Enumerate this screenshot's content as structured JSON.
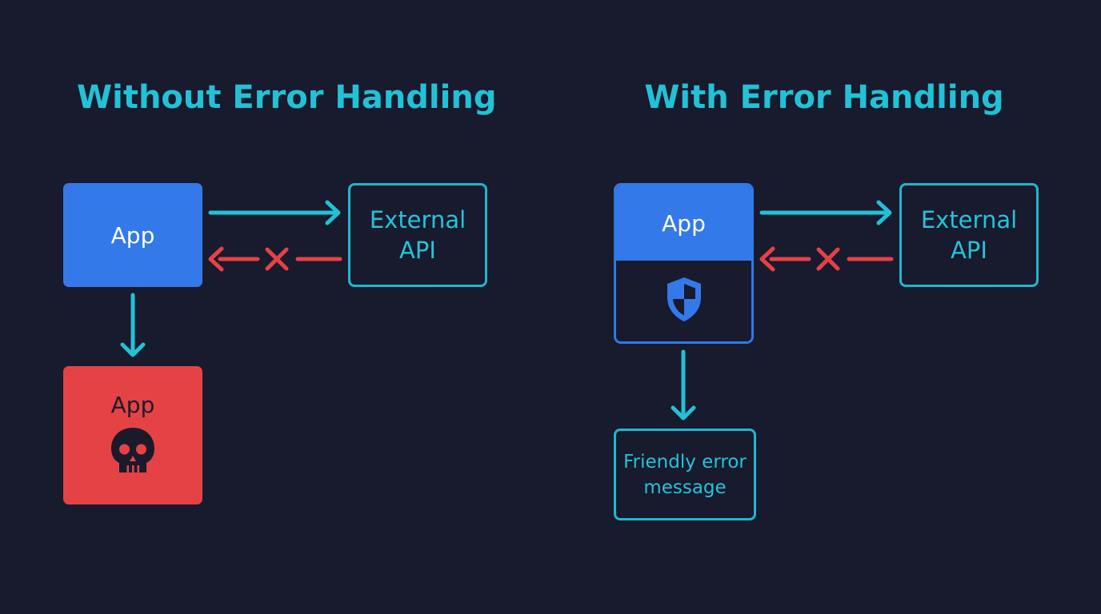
{
  "left_panel": {
    "title": "Without Error Handling",
    "app_label": "App",
    "api_line1": "External",
    "api_line2": "API",
    "crashed_app_label": "App"
  },
  "right_panel": {
    "title": "With Error Handling",
    "app_label": "App",
    "api_line1": "External",
    "api_line2": "API",
    "message_line1": "Friendly error",
    "message_line2": "message"
  },
  "colors": {
    "background": "#181a2d",
    "accent_teal": "#23c1d6",
    "app_blue": "#3479ea",
    "error_red": "#e54246"
  },
  "icons": {
    "crash": "skull-icon",
    "protection": "shield-icon",
    "failure": "x-mark-icon"
  }
}
